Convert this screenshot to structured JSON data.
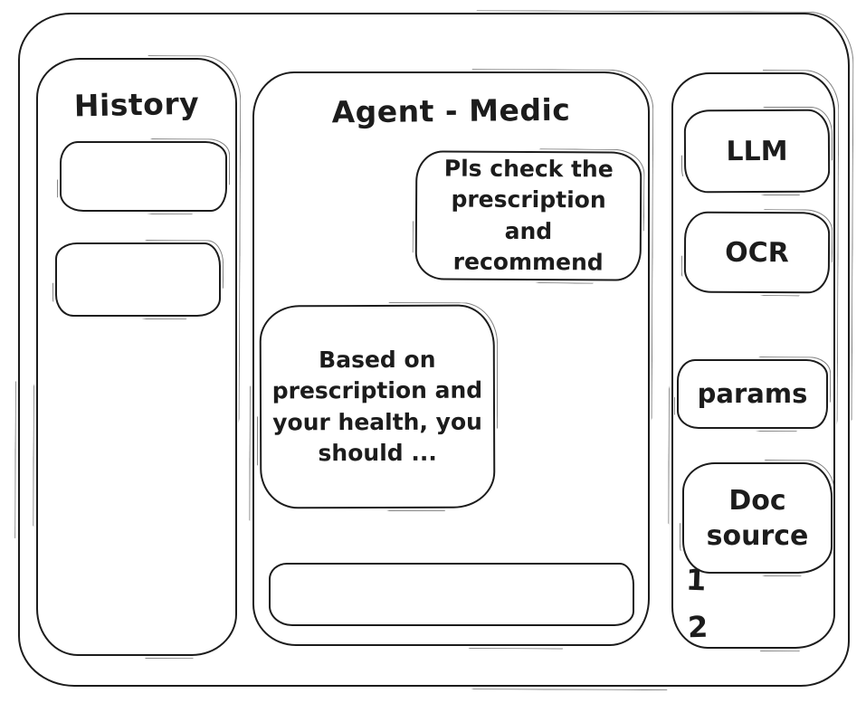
{
  "colors": {
    "ink": "#1c1c1c",
    "background": "#ffffff"
  },
  "history": {
    "title": "History",
    "items": [
      {
        "label": ""
      },
      {
        "label": ""
      }
    ]
  },
  "chat": {
    "title": "Agent - Medic",
    "messages": [
      {
        "role": "user",
        "text": "Pls check the prescription and recommend"
      },
      {
        "role": "assistant",
        "text": "Based on prescription and your health, you should ..."
      }
    ],
    "input": {
      "value": "",
      "placeholder": ""
    }
  },
  "tools": {
    "buttons": [
      {
        "label": "LLM"
      },
      {
        "label": "OCR"
      },
      {
        "label": "params"
      },
      {
        "label": "Doc source"
      }
    ],
    "doc_source_items": [
      "1",
      "2"
    ]
  }
}
